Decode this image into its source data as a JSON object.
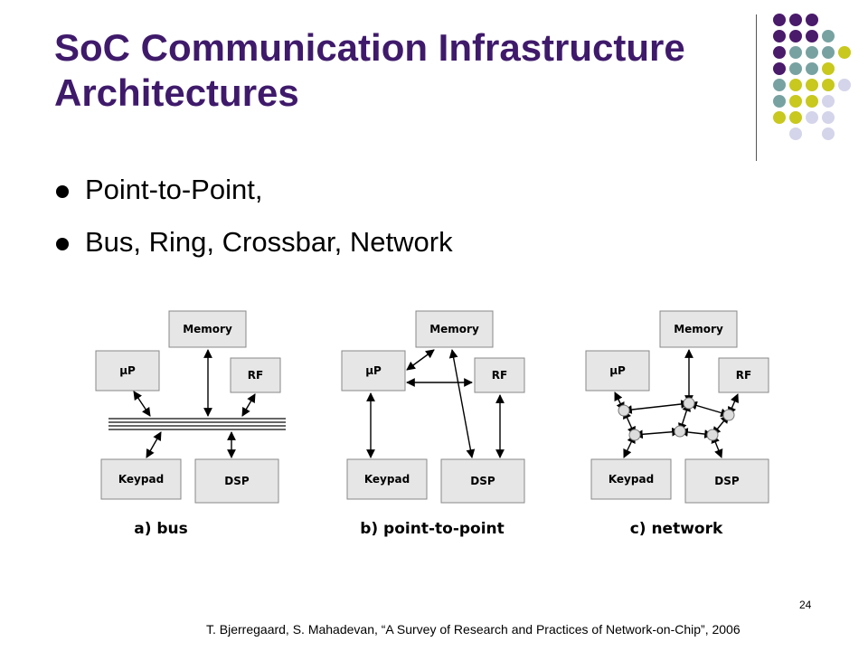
{
  "slide": {
    "title": "SoC Communication Infrastructure Architectures",
    "bullets": [
      "Point-to-Point,",
      "Bus, Ring, Crossbar, Network"
    ],
    "page_number": "24",
    "citation": "T. Bjerregaard, S. Mahadevan, “A Survey of Research and Practices of Network-on-Chip”, 2006",
    "colors": {
      "title": "#3f1a6b",
      "dot_purple": "#4a1a6b",
      "dot_teal": "#78a2a2",
      "dot_yellow": "#c8c81e",
      "dot_lavender": "#d4d4ea"
    }
  },
  "diagrams": {
    "bus": {
      "caption": "a) bus",
      "memory": "Memory",
      "up": "μP",
      "rf": "RF",
      "keypad": "Keypad",
      "dsp": "DSP"
    },
    "p2p": {
      "caption": "b) point-to-point",
      "memory": "Memory",
      "up": "μP",
      "rf": "RF",
      "keypad": "Keypad",
      "dsp": "DSP"
    },
    "network": {
      "caption": "c) network",
      "memory": "Memory",
      "up": "μP",
      "rf": "RF",
      "keypad": "Keypad",
      "dsp": "DSP"
    }
  }
}
